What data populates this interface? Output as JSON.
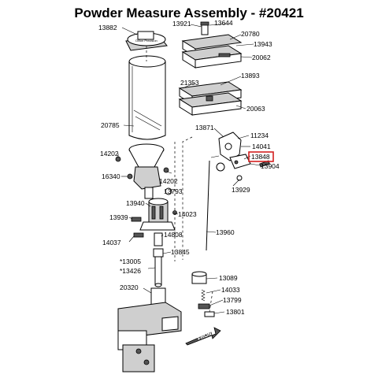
{
  "title": "Powder Measure Assembly - #20421",
  "highlight_color": "#d32020",
  "highlighted_part": "13848",
  "parts": {
    "p13882": "13882",
    "p13921": "13921",
    "p13644": "13644",
    "p20780": "20780",
    "p13943": "13943",
    "p20062": "20062",
    "p21353": "21353",
    "p13893": "13893",
    "p20063": "20063",
    "p20785": "20785",
    "p13871": "13871",
    "p11234": "11234",
    "p14041": "14041",
    "p13848": "13848",
    "p13904": "13904",
    "p14202a": "14202",
    "p16340": "16340",
    "p14202b": "14202",
    "p13929": "13929",
    "p13793": "13793",
    "p13940": "13940",
    "p14023": "14023",
    "p13939": "13939",
    "p13960": "13960",
    "p14808": "14808",
    "p14037": "14037",
    "p13845": "13845",
    "p13005": "*13005",
    "p13426": "*13426",
    "p13089": "13089",
    "p14033": "14033",
    "p20320": "20320",
    "p13799": "13799",
    "p13801": "13801"
  },
  "logo_text": "Dillon Precision",
  "front_tag": "FRONT"
}
